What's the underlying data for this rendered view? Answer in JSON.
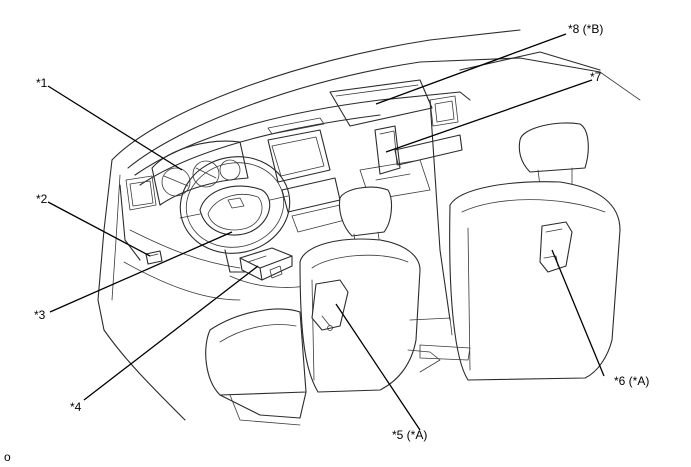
{
  "callouts": {
    "c1": "*1",
    "c2": "*2",
    "c3": "*3",
    "c4": "*4",
    "c5": "*5 (*A)",
    "c6": "*6 (*A)",
    "c7": "*7",
    "c8": "*8 (*B)"
  },
  "corner_mark": "o",
  "colors": {
    "line": "#2b2b2b",
    "text": "#000000",
    "background": "#ffffff"
  }
}
